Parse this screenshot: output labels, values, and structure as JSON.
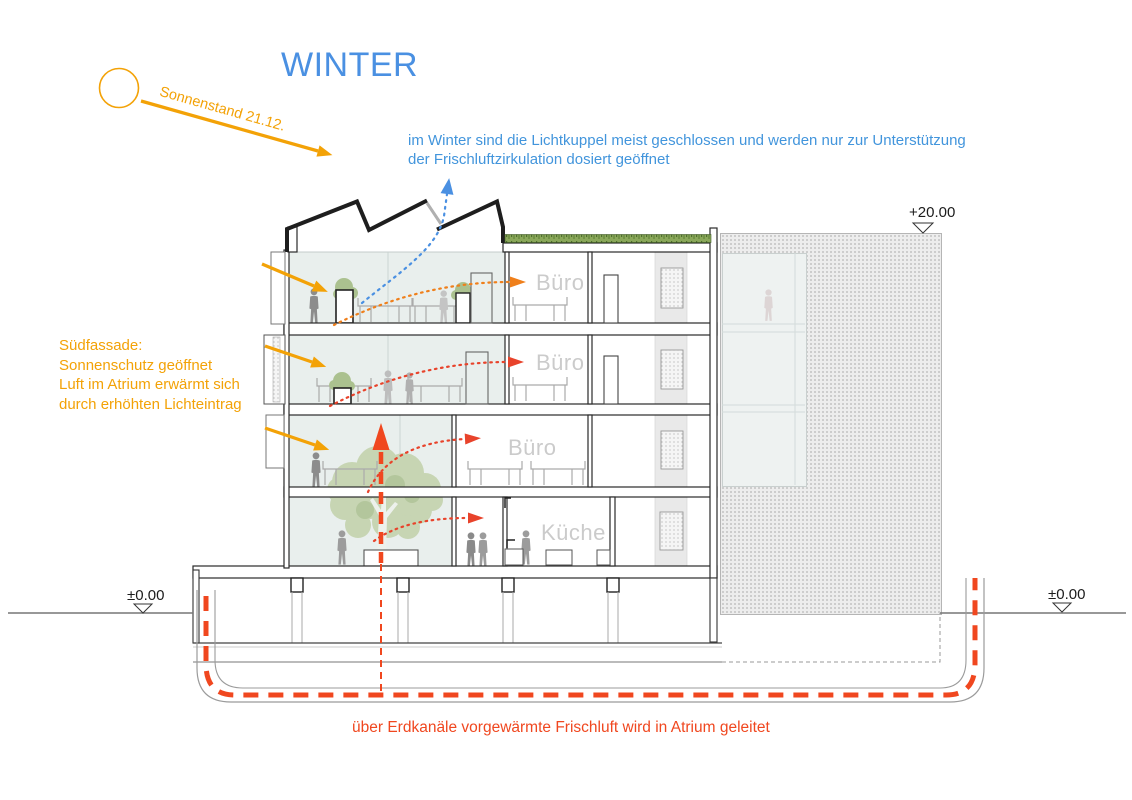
{
  "title": "WINTER",
  "sun": {
    "label": "Sonnenstand 21.12."
  },
  "annotations": {
    "skylight": "im Winter sind die Lichtkuppel meist geschlossen und werden nur zur Unterstützung\nder Frischluftzirkulation dosiert geöffnet",
    "south_facade": "Südfassade:\nSonnenschutz geöffnet\nLuft im Atrium erwärmt sich\ndurch erhöhten Lichteintrag",
    "earth_channel": "über Erdkanäle vorgewärmte Frischluft wird in Atrium geleitet"
  },
  "elevations": {
    "roof": "+20.00",
    "ground_left": "±0.00",
    "ground_right": "±0.00"
  },
  "rooms": {
    "buero_top": "Büro",
    "buero_mid": "Büro",
    "buero_low": "Büro",
    "kueche": "Küche"
  },
  "colors": {
    "accent_blue": "#4a90e2",
    "accent_yellow": "#f3a207",
    "accent_red": "#f0471f",
    "accent_orange": "#ef7f1b",
    "room_label_gray": "#cbcbcb",
    "roof_green": "#85a653",
    "atrium_tint": "#e9efed"
  }
}
